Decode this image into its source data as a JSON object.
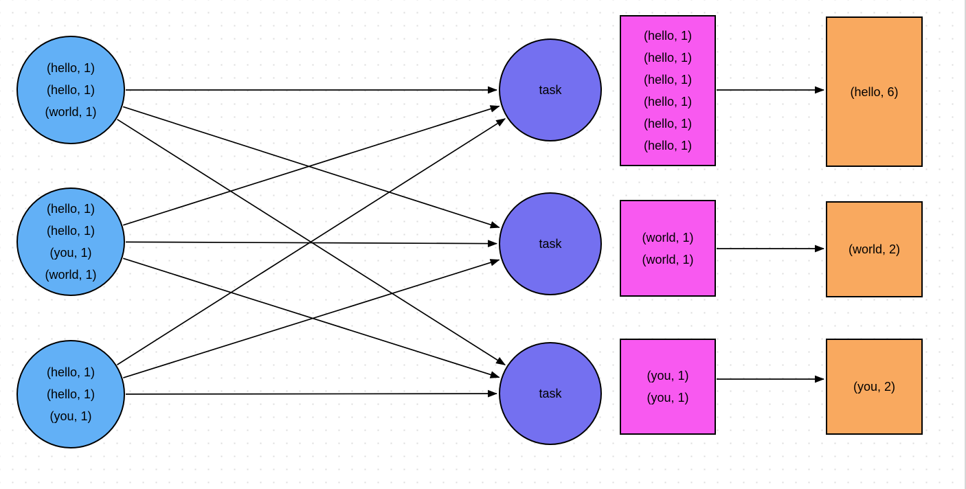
{
  "diagram": {
    "colors": {
      "input_node": "#62b0f6",
      "task_node": "#7470f0",
      "group_node": "#f859f0",
      "output_node": "#f9a95f",
      "edge": "#000000",
      "grid_dot": "#dcdcdc"
    },
    "nodes": {
      "inputs": [
        {
          "id": "input-1",
          "lines": [
            "(hello, 1)",
            "(hello, 1)",
            "(world, 1)"
          ]
        },
        {
          "id": "input-2",
          "lines": [
            "(hello, 1)",
            "(hello, 1)",
            "(you, 1)",
            "(world, 1)"
          ]
        },
        {
          "id": "input-3",
          "lines": [
            "(hello, 1)",
            "(hello, 1)",
            "(you, 1)"
          ]
        }
      ],
      "tasks": [
        {
          "id": "task-1",
          "label": "task"
        },
        {
          "id": "task-2",
          "label": "task"
        },
        {
          "id": "task-3",
          "label": "task"
        }
      ],
      "groups": [
        {
          "id": "group-1",
          "lines": [
            "(hello, 1)",
            "(hello, 1)",
            "(hello, 1)",
            "(hello, 1)",
            "(hello, 1)",
            "(hello, 1)"
          ]
        },
        {
          "id": "group-2",
          "lines": [
            "(world, 1)",
            "(world, 1)"
          ]
        },
        {
          "id": "group-3",
          "lines": [
            "(you, 1)",
            "(you, 1)"
          ]
        }
      ],
      "outputs": [
        {
          "id": "output-1",
          "label": "(hello, 6)"
        },
        {
          "id": "output-2",
          "label": "(world, 2)"
        },
        {
          "id": "output-3",
          "label": "(you, 2)"
        }
      ]
    },
    "edges": [
      {
        "from": "input-1",
        "to": "task-1"
      },
      {
        "from": "input-1",
        "to": "task-2"
      },
      {
        "from": "input-1",
        "to": "task-3"
      },
      {
        "from": "input-2",
        "to": "task-1"
      },
      {
        "from": "input-2",
        "to": "task-2"
      },
      {
        "from": "input-2",
        "to": "task-3"
      },
      {
        "from": "input-3",
        "to": "task-1"
      },
      {
        "from": "input-3",
        "to": "task-2"
      },
      {
        "from": "input-3",
        "to": "task-3"
      },
      {
        "from": "group-1",
        "to": "output-1"
      },
      {
        "from": "group-2",
        "to": "output-2"
      },
      {
        "from": "group-3",
        "to": "output-3"
      }
    ]
  }
}
